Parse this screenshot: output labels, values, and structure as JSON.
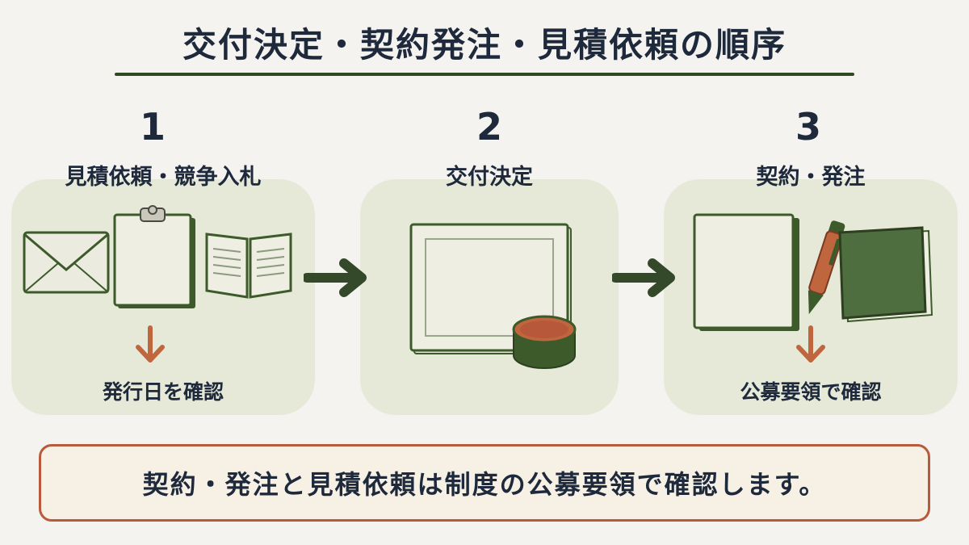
{
  "title": "交付決定・契約発注・見積依頼の順序",
  "colors": {
    "accent_green": "#3c5a2a",
    "accent_orange": "#c0663f",
    "panel_bg": "#e6e9d8",
    "note_border": "#b85a3b"
  },
  "steps": [
    {
      "number": "1",
      "label": "見積依頼・競争入札",
      "note": "発行日を確認",
      "icons": [
        "envelope-icon",
        "clipboard-icon",
        "open-book-icon",
        "down-arrow-icon"
      ]
    },
    {
      "number": "2",
      "label": "交付決定",
      "icons": [
        "certificate-icon",
        "stamp-icon"
      ]
    },
    {
      "number": "3",
      "label": "契約・発注",
      "note": "公募要領で確認",
      "icons": [
        "document-icon",
        "pen-icon",
        "green-book-icon",
        "down-arrow-icon"
      ]
    }
  ],
  "connectors": [
    "right-arrow-icon",
    "right-arrow-icon"
  ],
  "footer_note": "契約・発注と見積依頼は制度の公募要領で確認します。"
}
